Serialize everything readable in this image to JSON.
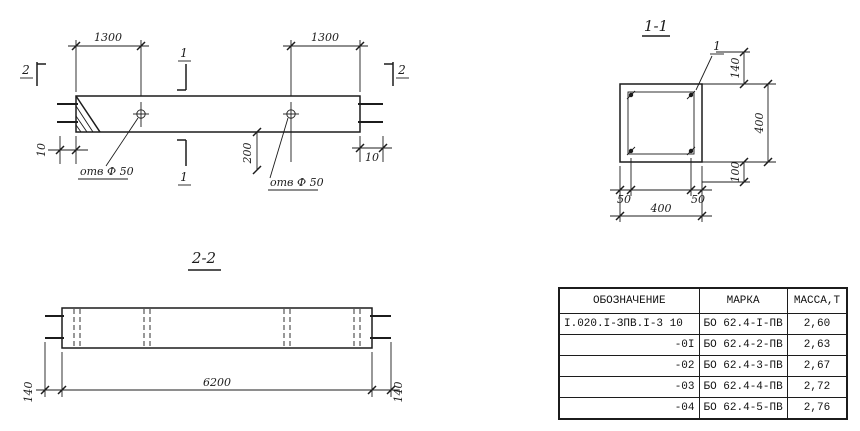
{
  "elevation": {
    "dim_1300_left": "1300",
    "dim_1300_right": "1300",
    "dim_10_left": "10",
    "dim_10_right": "10",
    "dim_200": "200",
    "marker_2_left": "2",
    "marker_2_right": "2",
    "marker_1_top": "1",
    "marker_1_bottom": "1",
    "hole_label_1": "отв Ф 50",
    "hole_label_2": "отв Ф 50"
  },
  "section11": {
    "title": "1-1",
    "marker_1": "1",
    "dim_140": "140",
    "dim_400_right": "400",
    "dim_100": "100",
    "dim_50_left": "50",
    "dim_50_right": "50",
    "dim_400_bottom": "400"
  },
  "section22": {
    "title": "2-2",
    "dim_140_left": "140",
    "dim_6200": "6200",
    "dim_140_right": "140"
  },
  "table": {
    "headers": [
      "ОБОЗНАЧЕНИЕ",
      "МАРКА",
      "МАССА,Т"
    ],
    "rows": [
      {
        "designation": "I.020.I-ЗПВ.I-3 10",
        "mark": "БО 62.4-I-ПВ",
        "mass": "2,60"
      },
      {
        "designation": "-0I",
        "mark": "БО 62.4-2-ПВ",
        "mass": "2,63"
      },
      {
        "designation": "-02",
        "mark": "БО 62.4-3-ПВ",
        "mass": "2,67"
      },
      {
        "designation": "-03",
        "mark": "БО 62.4-4-ПВ",
        "mass": "2,72"
      },
      {
        "designation": "-04",
        "mark": "БО 62.4-5-ПВ",
        "mass": "2,76"
      }
    ]
  }
}
